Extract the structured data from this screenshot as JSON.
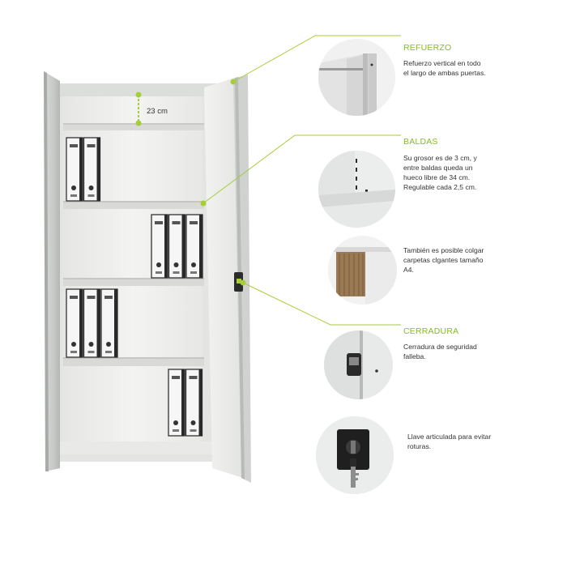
{
  "accent_color": "#a6ce39",
  "cabinet": {
    "shelf_gap_label": "23 cm",
    "binders": {
      "shelf1": 2,
      "shelf2": 3,
      "shelf3": 3,
      "shelf4": 2
    }
  },
  "features": [
    {
      "title": "REFUERZO",
      "text": "Refuerzo vertical en todo\nel largo de ambas puertas.",
      "icon": "door-reinforcement-detail-photo"
    },
    {
      "title": "BALDAS",
      "text": "Su grosor es de 3 cm, y\nentre baldas queda un\nhueco libre de 34 cm.\nRegulable cada 2,5 cm.",
      "icon": "adjustable-shelf-slots-photo"
    },
    {
      "title": "",
      "text": "También es posible colgar\ncarpetas clgantes tamaño\nA4.",
      "icon": "hanging-folders-photo"
    },
    {
      "title": "CERRADURA",
      "text": "Cerradura de seguridad\nfalleba.",
      "icon": "door-lock-photo"
    },
    {
      "title": "",
      "text": "Llave articulada para evitar\nroturas.",
      "icon": "articulated-key-photo"
    }
  ]
}
